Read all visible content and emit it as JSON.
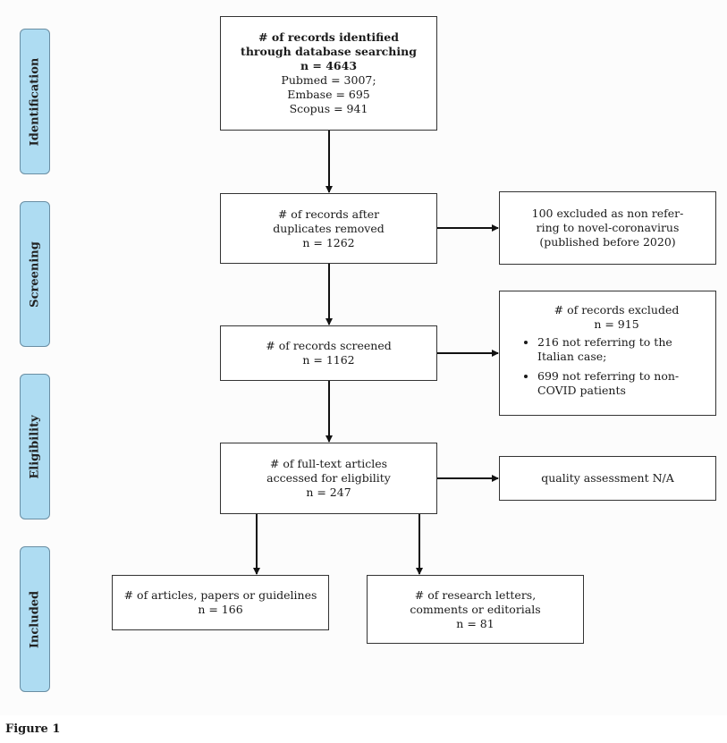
{
  "phases": [
    "Identification",
    "Screening",
    "Eligibility",
    "Included"
  ],
  "identification": {
    "title_line1": "# of records identified",
    "title_line2": "through database searching",
    "n": "n = 4643",
    "pubmed": "Pubmed = 3007;",
    "embase": "Embase = 695",
    "scopus": "Scopus = 941"
  },
  "after_duplicates": {
    "line1": "# of records after",
    "line2": "duplicates removed",
    "n": "n = 1262"
  },
  "excluded_1": {
    "line1": "100 excluded as non refer-",
    "line2": "ring to novel-coronavirus",
    "line3": "(published before 2020)"
  },
  "screened": {
    "line1": "# of records screened",
    "n": "n = 1162"
  },
  "excluded_2": {
    "line1": "# of records excluded",
    "n": "n = 915",
    "bullets": [
      [
        "216 not referring to the",
        "Italian case;"
      ],
      [
        "699 not referring to non-",
        "COVID patients"
      ]
    ]
  },
  "full_text": {
    "line1": "# of full-text articles",
    "line2": "accessed for eligbility",
    "n": "n = 247"
  },
  "quality": {
    "text": "quality assessment N/A"
  },
  "included_articles": {
    "line1": "# of articles, papers or guidelines",
    "n": "n = 166"
  },
  "included_letters": {
    "line1": "# of research letters,",
    "line2": "comments or editorials",
    "n": "n = 81"
  },
  "caption": "Figure 1"
}
